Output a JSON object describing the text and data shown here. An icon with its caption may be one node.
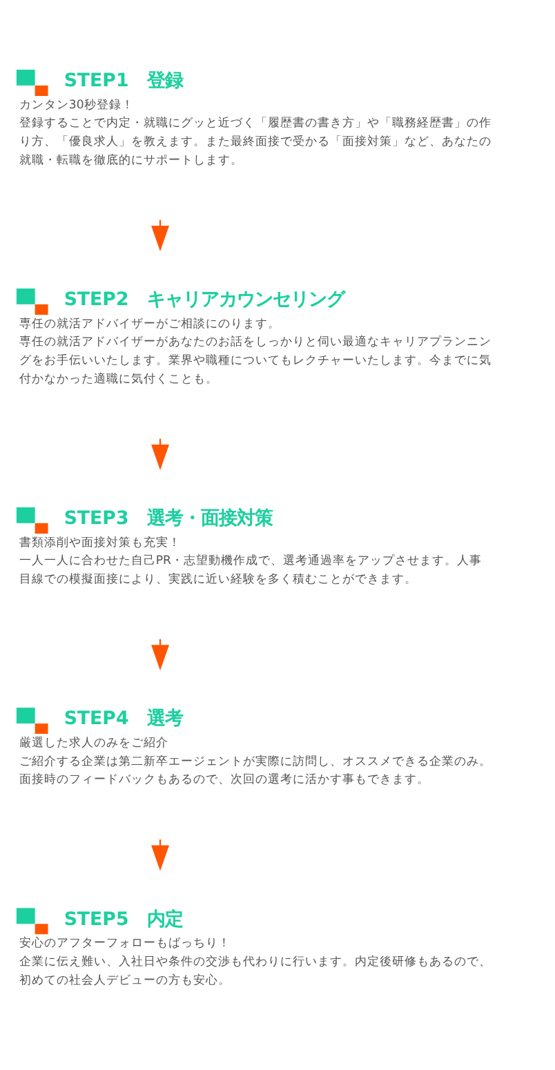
{
  "diagram": {
    "nodes": [
      {
        "text": [
          "STEP1　登録",
          "カンタン30秒登録！",
          "登録することで内定・就職にグッと近づく「履歴書の書き方」や「職務経歴書」の作り方、「優良求人」を教えます。また最終面接で受かる「面接対策」など、あなたの就職・転職を徹底的にサポートします。"
        ]
      },
      {
        "text": [
          "STEP2　キャリアカウンセリング",
          "専任の就活アドバイザーがご相談にのります。",
          "専任の就活アドバイザーがあなたのお話をしっかりと伺い最適なキャリアプランニングをお手伝いいたします。業界や職種についてもレクチャーいたします。今までに気付かなかった適職に気付くことも。"
        ]
      },
      {
        "text": [
          "STEP3　選考・面接対策",
          "書類添削や面接対策も充実！",
          "一人一人に合わせた自己PR・志望動機作成で、選考通過率をアップさせます。人事目線での模擬面接により、実践に近い経験を多く積むことができます。"
        ]
      },
      {
        "text": [
          "STEP4　選考",
          "厳選した求人のみをご紹介",
          "ご紹介する企業は第二新卒エージェントが実際に訪問し、オススメできる企業のみ。面接時のフィードバックもあるので、次回の選考に活かす事もできます。"
        ]
      },
      {
        "text": [
          "STEP5　内定",
          "安心のアフターフォローもばっちり！",
          "企業に伝え難い、入社日や条件の交渉も代わりに行います。内定後研修もあるので、初めての社会人デビューの方も安心。"
        ]
      }
    ],
    "edges": [
      {
        "from": 0,
        "to": 1,
        "arrow": "to"
      },
      {
        "from": 1,
        "to": 2,
        "arrow": "to"
      },
      {
        "from": 2,
        "to": 3,
        "arrow": "to"
      },
      {
        "from": 3,
        "to": 4,
        "arrow": "to"
      }
    ]
  }
}
